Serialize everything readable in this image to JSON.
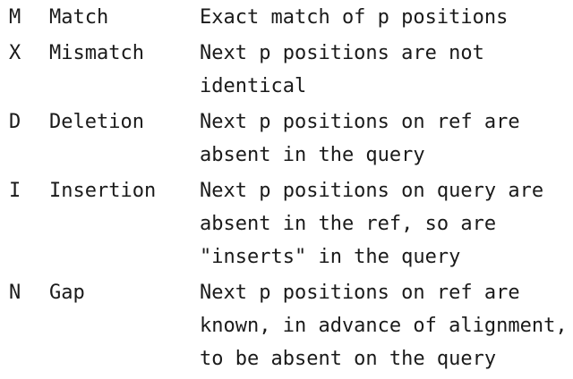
{
  "colors": {
    "text": "#1a1a1a",
    "background": "#ffffff"
  },
  "table": {
    "rows": [
      {
        "code": "M",
        "name": "Match",
        "desc_lines": [
          "Exact match of p positions"
        ]
      },
      {
        "code": "X",
        "name": "Mismatch",
        "desc_lines": [
          "Next p positions are not",
          "identical"
        ]
      },
      {
        "code": "D",
        "name": "Deletion",
        "desc_lines": [
          "Next p positions on ref are",
          "absent in the query"
        ]
      },
      {
        "code": "I",
        "name": "Insertion",
        "desc_lines": [
          "Next p positions on query are",
          "absent in the ref, so are",
          "\"inserts\" in the query"
        ]
      },
      {
        "code": "N",
        "name": "Gap",
        "desc_lines": [
          "Next p positions on ref are",
          "known, in advance of alignment,",
          "to be absent on the query"
        ]
      }
    ]
  }
}
